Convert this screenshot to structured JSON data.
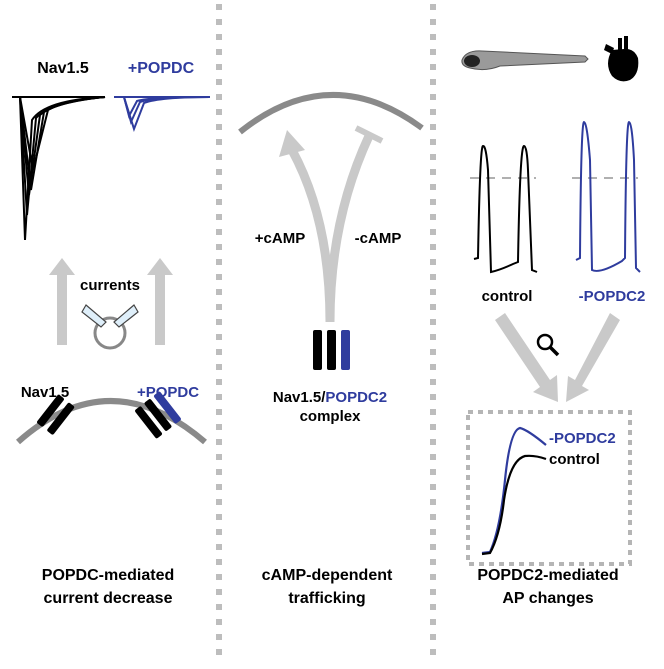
{
  "colors": {
    "blue": "#2f3c9e",
    "black": "#000000",
    "gray_arrow": "#c9c9c9",
    "divider": "#bdbdbd"
  },
  "panel1": {
    "trace_label_left": "Nav1.5",
    "trace_label_right": "+POPDC",
    "currents_label": "currents",
    "channel_label_left": "Nav1.5",
    "channel_label_right": "+POPDC",
    "caption_line1": "POPDC-mediated",
    "caption_line2": "current decrease"
  },
  "panel2": {
    "arrow_left_label": "+cAMP",
    "arrow_right_label": "-cAMP",
    "complex_label_part1": "Nav1.5/",
    "complex_label_part2": "POPDC2",
    "complex_label_line2": "complex",
    "caption_line1": "cAMP-dependent",
    "caption_line2": "trafficking"
  },
  "panel3": {
    "trace_label_left": "control",
    "trace_label_right": "-POPDC2",
    "inset_label_blue": "-POPDC2",
    "inset_label_black": "control",
    "caption_line1": "POPDC2-mediated",
    "caption_line2": "AP changes"
  }
}
